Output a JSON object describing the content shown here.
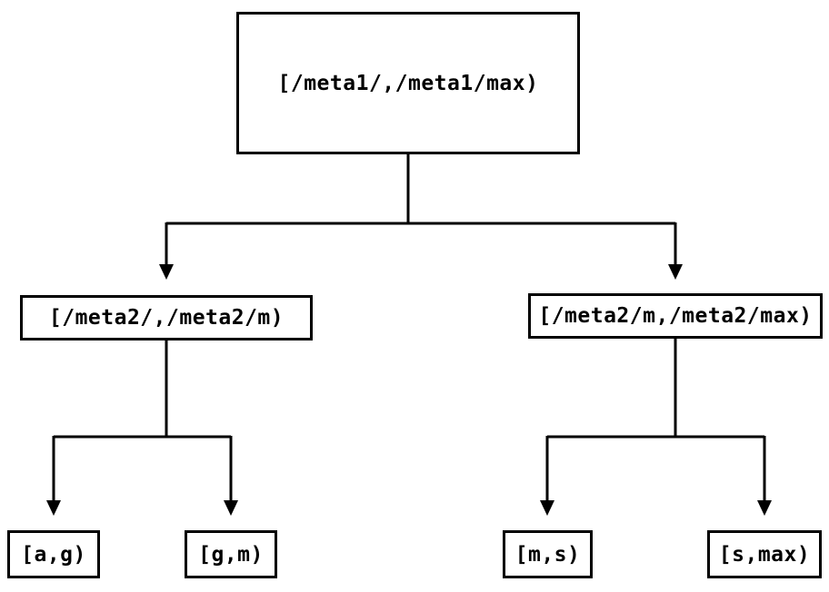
{
  "diagram": {
    "type": "tree",
    "background_color": "#ffffff",
    "line_color": "#000000",
    "text_color": "#000000",
    "nodes": {
      "root": {
        "label": "[/meta1/,/meta1/max)"
      },
      "meta2_low": {
        "label": "[/meta2/,/meta2/m)"
      },
      "meta2_high": {
        "label": "[/meta2/m,/meta2/max)"
      },
      "leaf_ag": {
        "label": "[a,g)"
      },
      "leaf_gm": {
        "label": "[g,m)"
      },
      "leaf_ms": {
        "label": "[m,s)"
      },
      "leaf_smax": {
        "label": "[s,max)"
      }
    },
    "edges": [
      {
        "from": "root",
        "to": "meta2_low"
      },
      {
        "from": "root",
        "to": "meta2_high"
      },
      {
        "from": "meta2_low",
        "to": "leaf_ag"
      },
      {
        "from": "meta2_low",
        "to": "leaf_gm"
      },
      {
        "from": "meta2_high",
        "to": "leaf_ms"
      },
      {
        "from": "meta2_high",
        "to": "leaf_smax"
      }
    ]
  }
}
